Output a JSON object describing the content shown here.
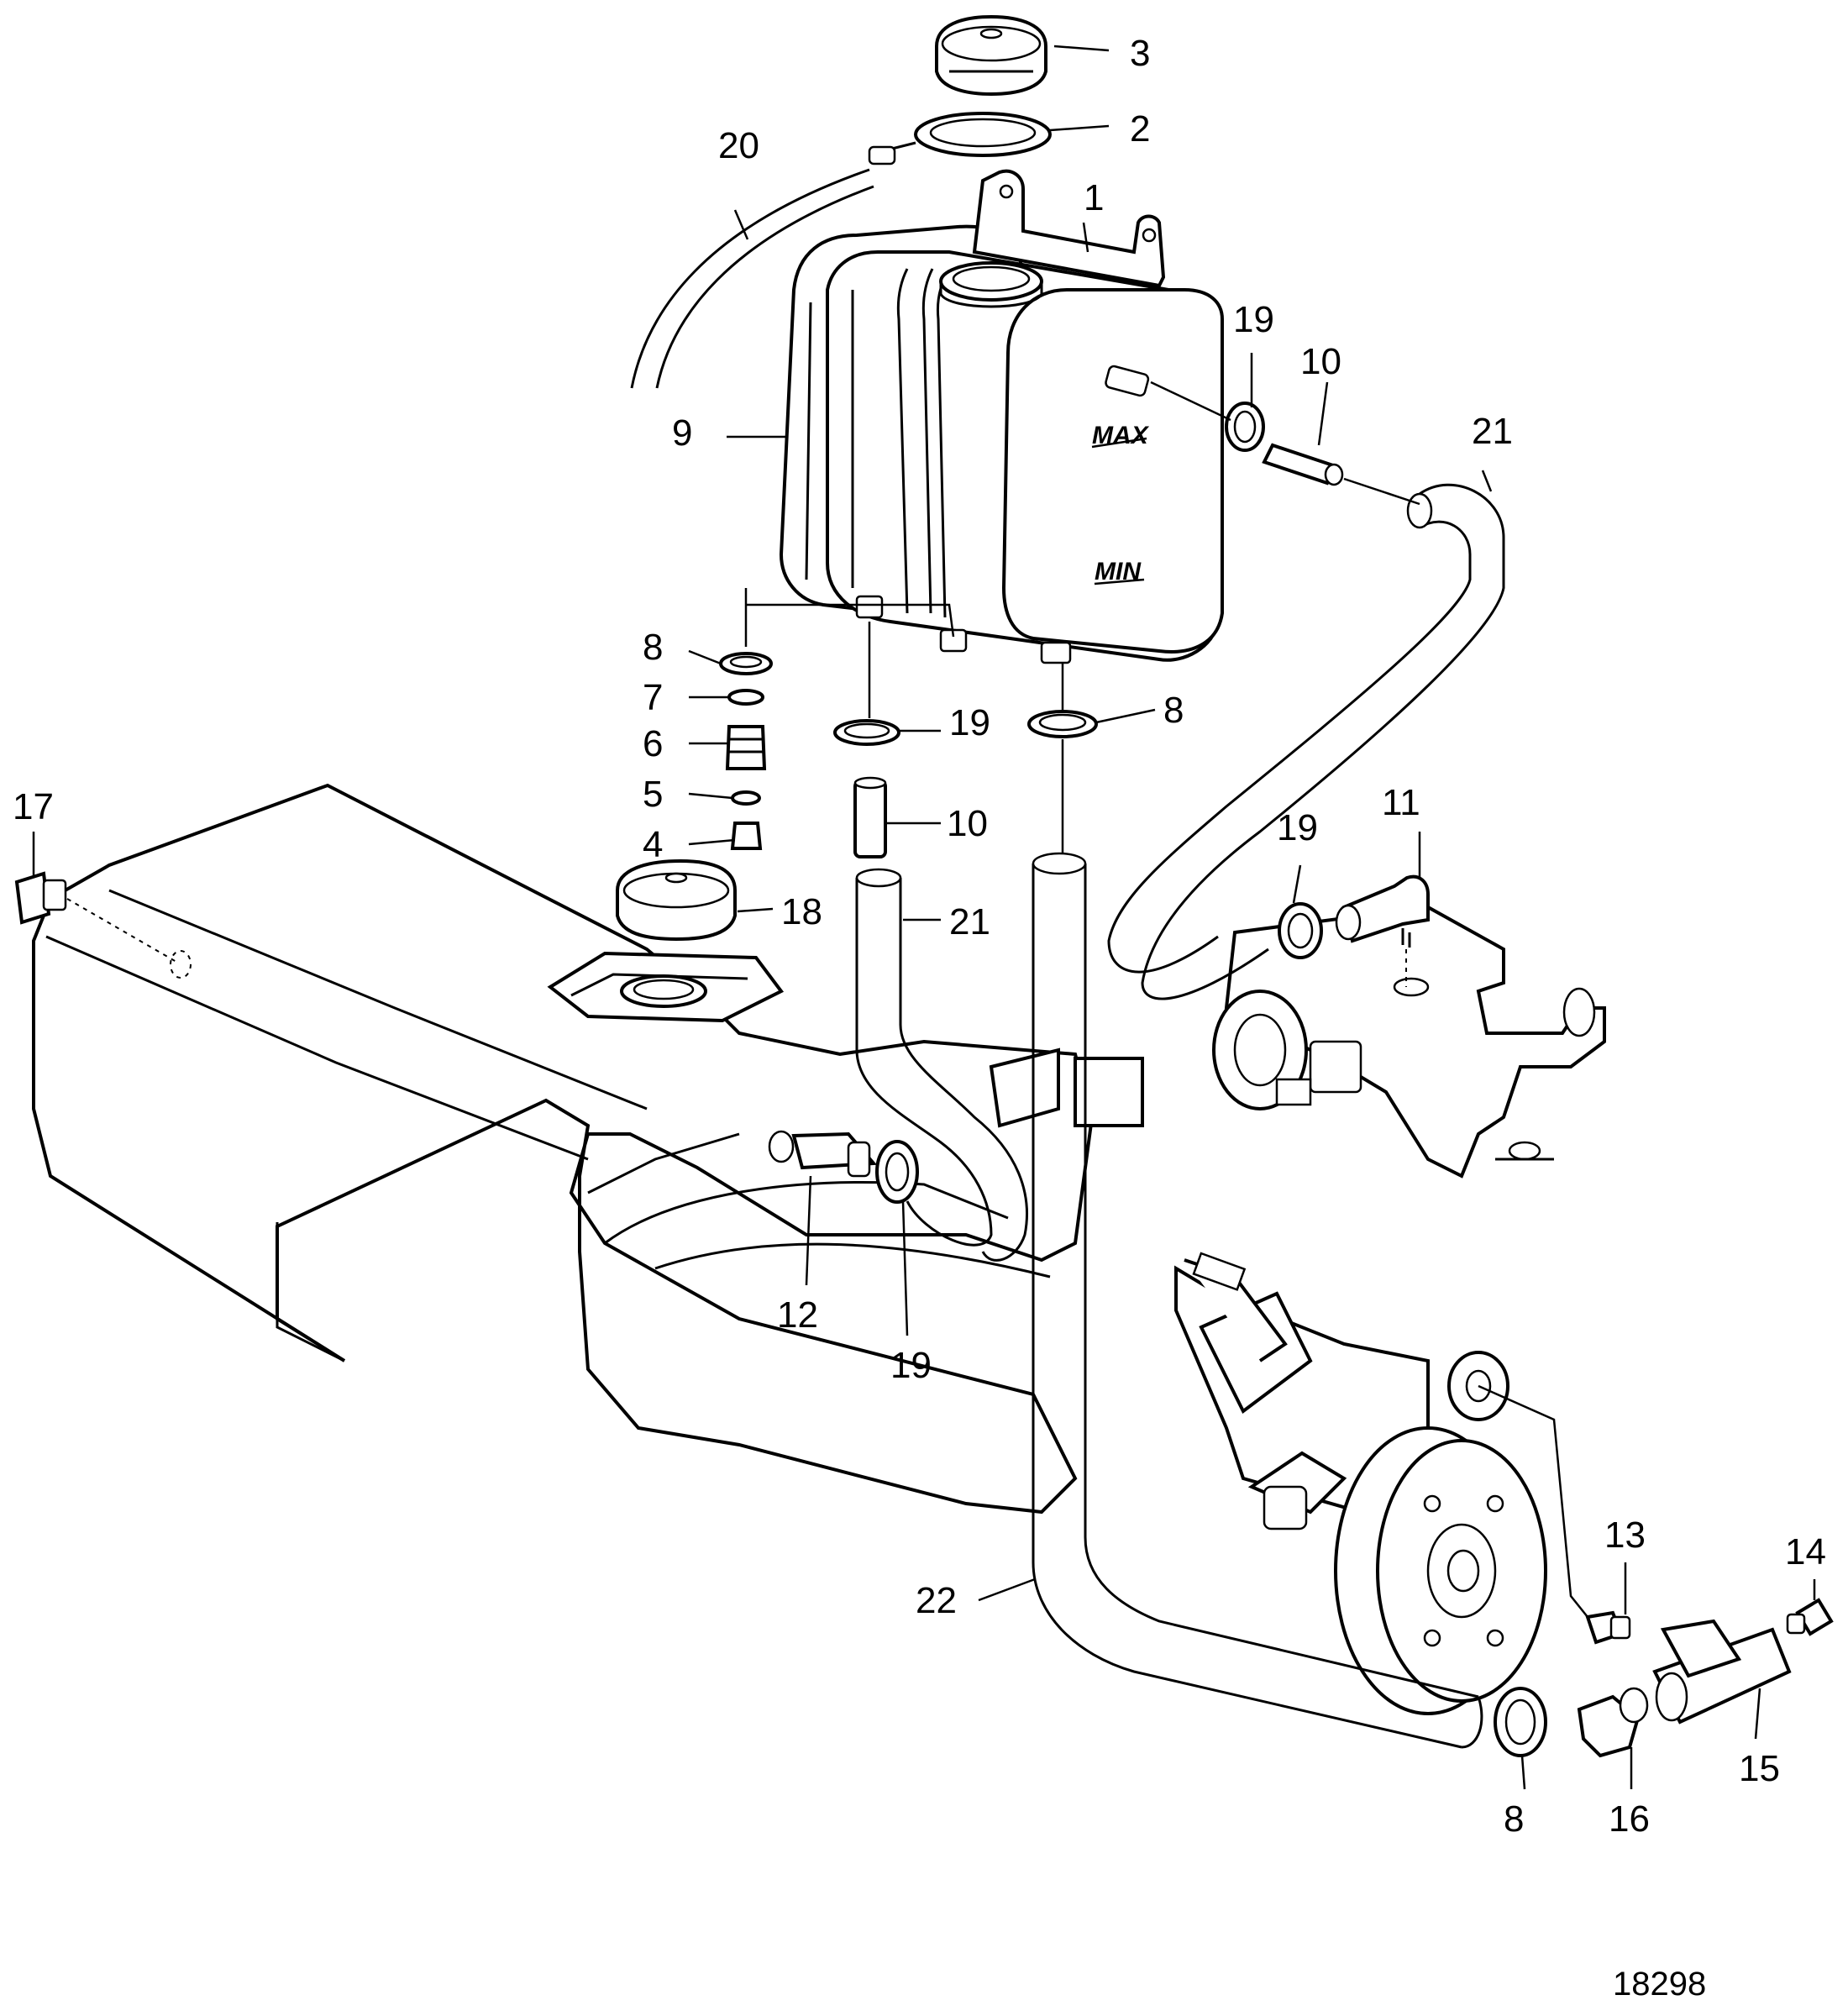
{
  "figure_number": "18298",
  "tank_marks": {
    "max": "MAX",
    "min": "MIN"
  },
  "callouts": {
    "c3": "3",
    "c2": "2",
    "c20": "20",
    "c1": "1",
    "c19a": "19",
    "c10a": "10",
    "c21a": "21",
    "c9": "9",
    "c8a": "8",
    "c7": "7",
    "c6": "6",
    "c5": "5",
    "c4": "4",
    "c19b": "19",
    "c8b": "8",
    "c10b": "10",
    "c17": "17",
    "c18": "18",
    "c21b": "21",
    "c19c": "19",
    "c11": "11",
    "c12": "12",
    "c19d": "19",
    "c22": "22",
    "c13": "13",
    "c14": "14",
    "c15": "15",
    "c8c": "8",
    "c16": "16"
  }
}
